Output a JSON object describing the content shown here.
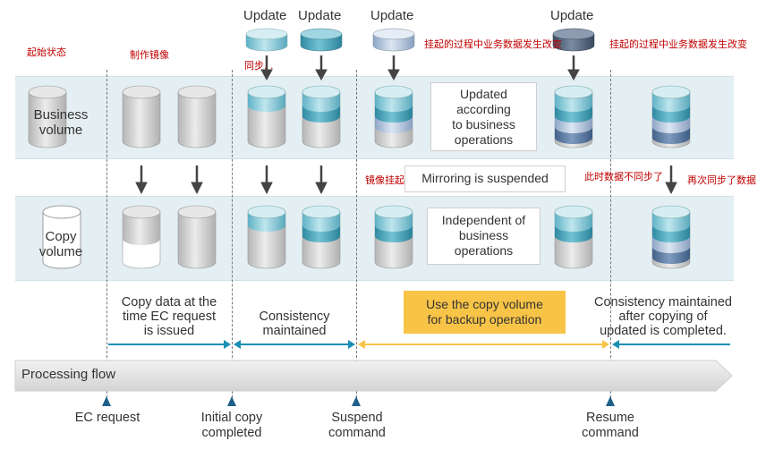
{
  "rows": {
    "business_label": "Business\nvolume",
    "copy_label": "Copy\nvolume"
  },
  "annotations": {
    "initial_state": "起始状态",
    "make_mirror": "制作镜像",
    "sync": "同步. .",
    "data_changed_while_suspended_1": "挂起的过程中业务数据发生改变",
    "data_changed_while_suspended_2": "挂起的过程中业务数据发生改变",
    "mirror_suspended": "镜像挂起",
    "not_synced_now": "此时数据不同步了",
    "synced_again": "再次同步了数据"
  },
  "updates": [
    "Update",
    "Update",
    "Update",
    "Update"
  ],
  "boxes": {
    "updated_business": "Updated\naccording\nto business\noperations",
    "mirroring_suspended": "Mirroring is suspended",
    "independent": "Independent of\nbusiness\noperations"
  },
  "phases": {
    "copy_data": "Copy data at the\ntime EC request\nis issued",
    "consistency": "Consistency\nmaintained",
    "use_copy": "Use the copy volume\nfor backup operation",
    "consistency_after": "Consistency maintained\nafter copying of\nupdated is completed."
  },
  "flow": {
    "label": "Processing flow"
  },
  "milestones": [
    "EC request",
    "Initial copy\ncompleted",
    "Suspend\ncommand",
    "Resume\ncommand"
  ],
  "colors": {
    "band": "#e4eff3",
    "timeline_blue": "#1a8fb3",
    "timeline_yellow": "#f8c447",
    "annotation_red": "#c00000",
    "marker": "#1d5f88"
  }
}
